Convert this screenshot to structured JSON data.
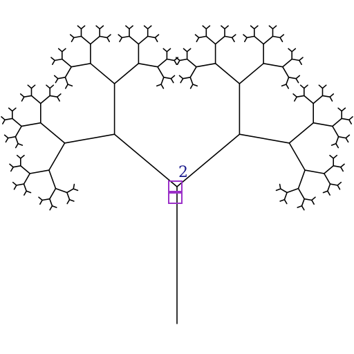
{
  "tree": {
    "depth": 7,
    "branch_angle_deg": 50,
    "length_ratio": 0.62,
    "stroke_color": "#000000"
  },
  "marker": {
    "label": "2",
    "label_color": "#1a1a8c",
    "box_color": "#9b30c8"
  }
}
